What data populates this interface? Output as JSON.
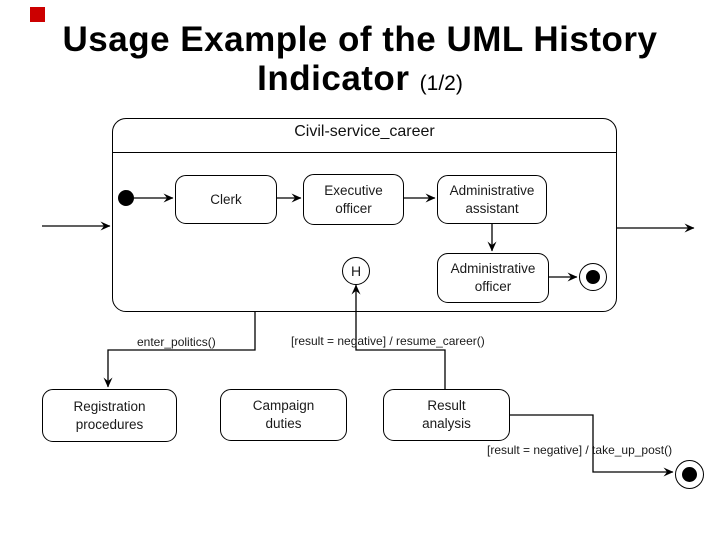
{
  "slide": {
    "title_line1": "Usage Example of the UML History",
    "title_line2": "Indicator",
    "page_indicator": "(1/2)",
    "accent_color": "#cc0000"
  },
  "diagram": {
    "composite_state": "Civil-service_career",
    "states": {
      "clerk": "Clerk",
      "executive_officer": "Executive officer",
      "administrative_assistant": "Administrative assistant",
      "administrative_officer": "Administrative officer",
      "history_indicator": "H",
      "registration_procedures": "Registration procedures",
      "campaign_duties": "Campaign duties",
      "result_analysis": "Result analysis"
    },
    "transition_labels": {
      "enter_politics": "enter_politics()",
      "resume_career": "[result = negative] / resume_career()",
      "take_up_post": "[result = negative] / take_up_post()"
    }
  }
}
